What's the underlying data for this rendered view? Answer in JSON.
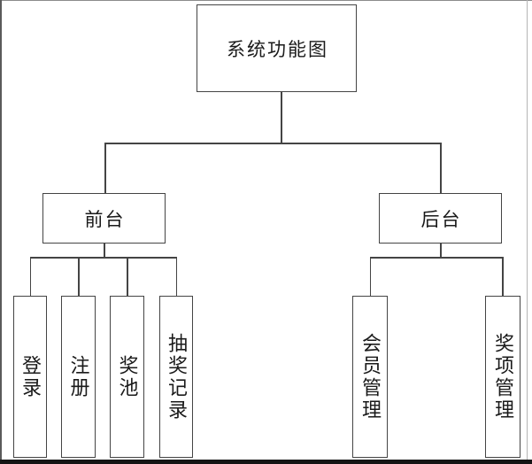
{
  "diagram": {
    "title": "系统功能图",
    "nodes": {
      "root": "系统功能图",
      "frontend": "前台",
      "backend": "后台",
      "login": "登录",
      "register": "注册",
      "pool": "奖池",
      "records": "抽奖记录",
      "member": "会员管理",
      "prize": "奖项管理"
    },
    "hierarchy": [
      {
        "parent": "系统功能图",
        "children": [
          "前台",
          "后台"
        ]
      },
      {
        "parent": "前台",
        "children": [
          "登录",
          "注册",
          "奖池",
          "抽奖记录"
        ]
      },
      {
        "parent": "后台",
        "children": [
          "会员管理",
          "奖项管理"
        ]
      }
    ],
    "colors": {
      "line": "#444444",
      "text": "#1a1a1a",
      "background": "#ffffff",
      "bottom_bar": "#141414"
    }
  }
}
